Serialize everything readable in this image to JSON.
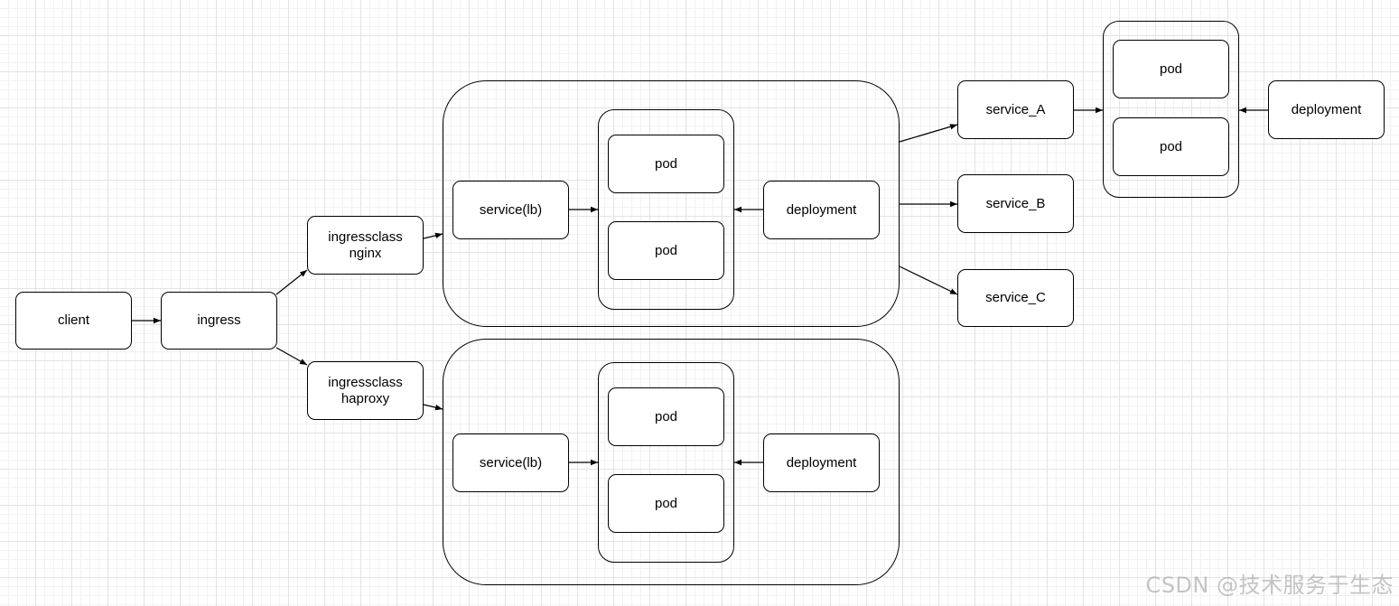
{
  "nodes": {
    "client": "client",
    "ingress": "ingress",
    "ingressclass_nginx": "ingressclass\nnginx",
    "ingressclass_haproxy": "ingressclass\nhaproxy",
    "top_service_lb": "service(lb)",
    "top_pod_1": "pod",
    "top_pod_2": "pod",
    "top_deployment": "deployment",
    "bottom_service_lb": "service(lb)",
    "bottom_pod_1": "pod",
    "bottom_pod_2": "pod",
    "bottom_deployment": "deployment",
    "service_a": "service_A",
    "service_b": "service_B",
    "service_c": "service_C",
    "right_pod_1": "pod",
    "right_pod_2": "pod",
    "right_deployment": "deployment"
  },
  "watermark": "CSDN @技术服务于生态",
  "colors": {
    "stroke": "#000000",
    "grid_major": "#e3e3e3",
    "grid_minor": "#f2f2f2",
    "watermark": "#969696"
  }
}
